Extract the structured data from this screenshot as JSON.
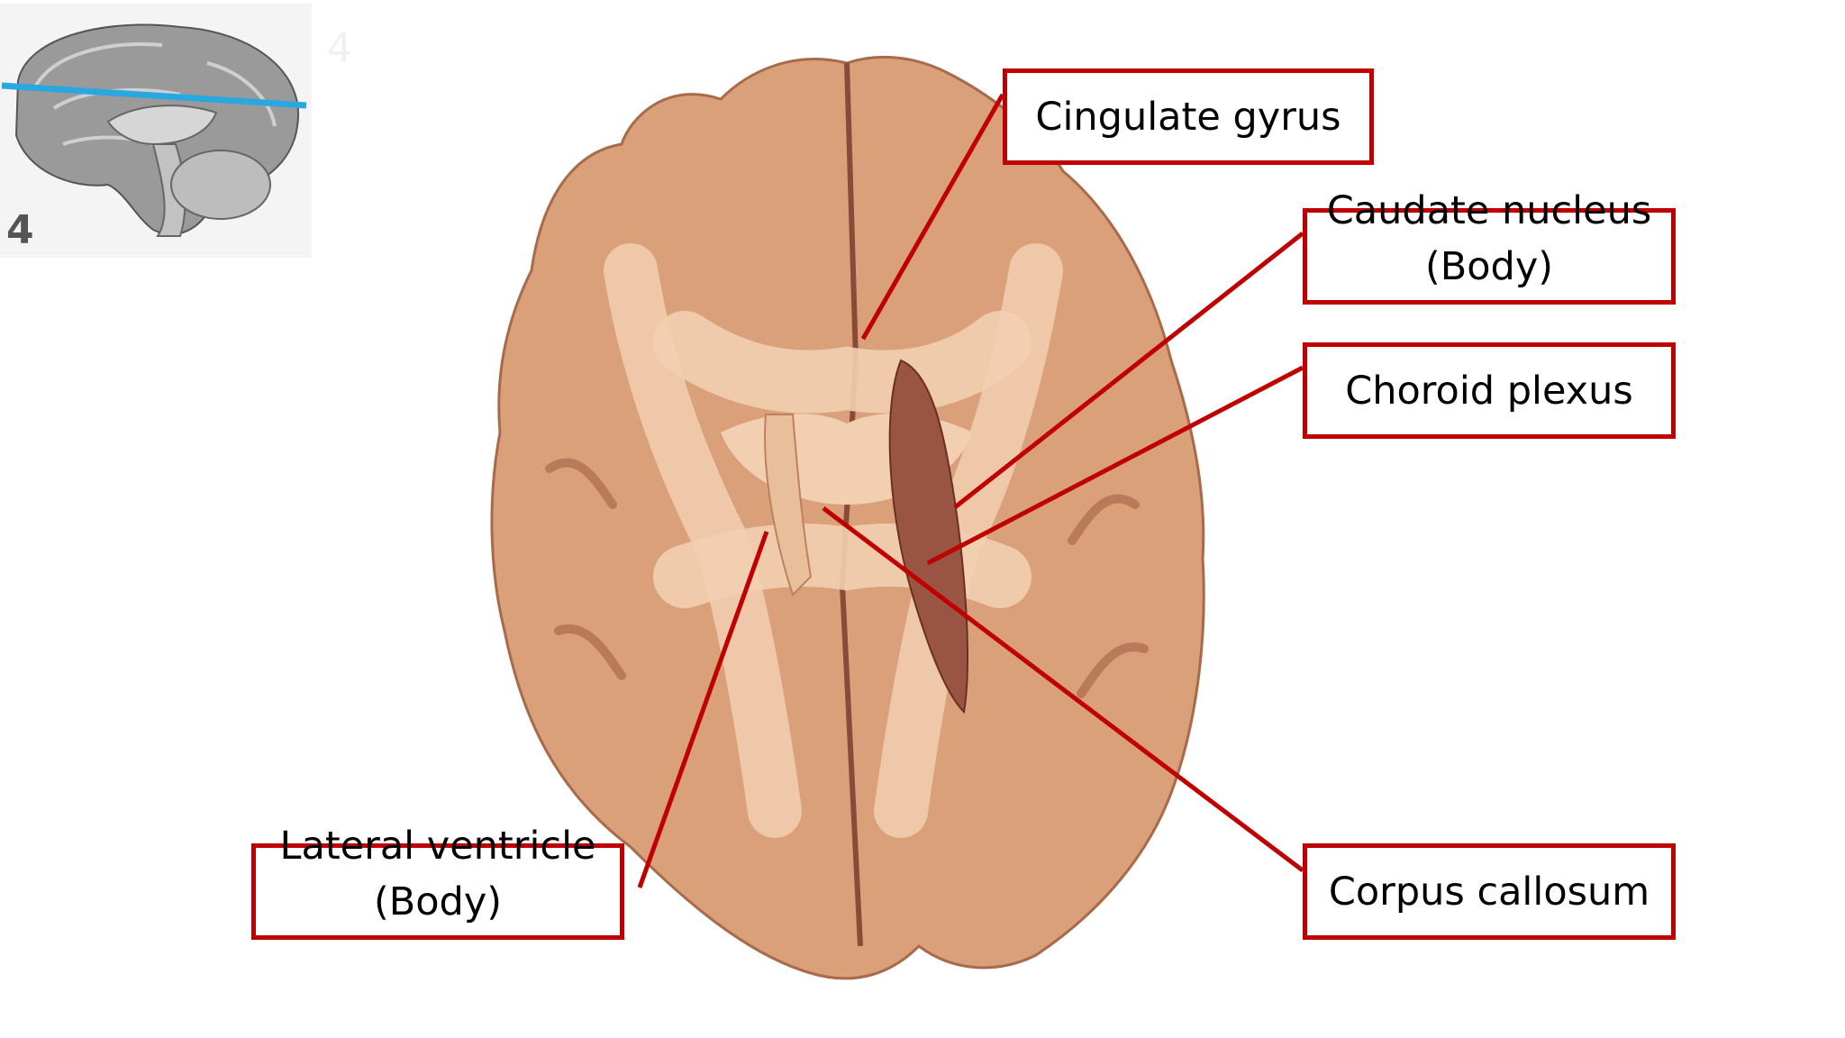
{
  "inset": {
    "panel_number": "4",
    "panel_number_faint": "4",
    "plane_color": "#29a8e0"
  },
  "labels": {
    "cingulate_gyrus": "Cingulate gyrus",
    "caudate_nucleus_line1": "Caudate nucleus",
    "caudate_nucleus_line2": "(Body)",
    "choroid_plexus": "Choroid plexus",
    "corpus_callosum": "Corpus callosum",
    "lateral_ventricle_line1": "Lateral ventricle",
    "lateral_ventricle_line2": "(Body)"
  },
  "colors": {
    "label_border": "#c00000",
    "leader_line": "#c00000",
    "tissue_gray_matter": "#d9a07a",
    "tissue_white_matter": "#f1cfb0",
    "tissue_dark": "#8a4a3a"
  }
}
